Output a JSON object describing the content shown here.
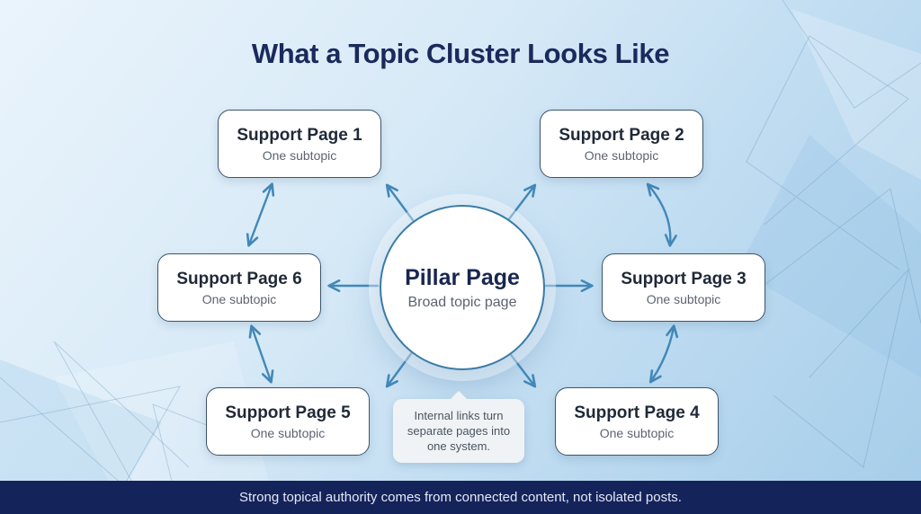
{
  "title": "What a Topic Cluster Looks Like",
  "pillar": {
    "title": "Pillar Page",
    "subtitle": "Broad topic page"
  },
  "nodes": [
    {
      "id": "support-page-1",
      "title": "Support Page 1",
      "subtitle": "One subtopic"
    },
    {
      "id": "support-page-2",
      "title": "Support Page 2",
      "subtitle": "One subtopic"
    },
    {
      "id": "support-page-3",
      "title": "Support Page 3",
      "subtitle": "One subtopic"
    },
    {
      "id": "support-page-4",
      "title": "Support Page 4",
      "subtitle": "One subtopic"
    },
    {
      "id": "support-page-5",
      "title": "Support Page 5",
      "subtitle": "One subtopic"
    },
    {
      "id": "support-page-6",
      "title": "Support Page 6",
      "subtitle": "One subtopic"
    }
  ],
  "tooltip": {
    "text": "Internal links turn separate pages into one system."
  },
  "footer": {
    "text": "Strong topical authority comes from connected content, not isolated posts."
  },
  "colors": {
    "background_top": "#eaf4fc",
    "background_bottom": "#a5cde9",
    "title": "#1a2a5c",
    "node_border": "#3c546b",
    "node_title": "#1f2937",
    "node_subtitle": "#5b6470",
    "circle_border": "#3a7ca5",
    "arrow": "#4288b8",
    "footer_bg": "#15235b",
    "footer_text": "#e4e9f4",
    "tooltip_bg": "#f0f3f6",
    "tooltip_text": "#4a5560"
  }
}
